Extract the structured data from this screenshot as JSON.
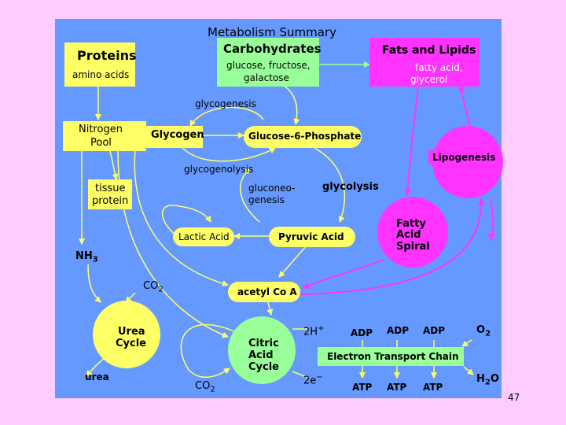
{
  "title": "Metabolism Summary",
  "page_number": "47",
  "boxes": {
    "proteins": {
      "title": "Proteins",
      "sub": "amino acids"
    },
    "carbs": {
      "title": "Carbohydrates",
      "sub1": "glucose, fructose,",
      "sub2": "galactose"
    },
    "fats": {
      "title": "Fats and Lipids",
      "sub1": "fatty acid,",
      "sub2": "glycerol"
    },
    "nitrogen": {
      "line1": "Nitrogen",
      "line2": "Pool"
    },
    "tissue": {
      "line1": "tissue",
      "line2": "protein"
    },
    "glycogen": "Glycogen",
    "g6p": "Glucose-6-Phosphate",
    "lipogenesis": "Lipogenesis",
    "lactic": "Lactic Acid",
    "pyruvic": "Pyruvic Acid",
    "fatty_spiral": {
      "line1": "Fatty",
      "line2": "Acid",
      "line3": "Spiral"
    },
    "acetyl": "acetyl Co A",
    "urea_cycle": {
      "line1": "Urea",
      "line2": "Cycle"
    },
    "citric": {
      "line1": "Citric",
      "line2": "Acid",
      "line3": "Cycle"
    },
    "etc": "Electron Transport Chain"
  },
  "labels": {
    "glycogenesis": "glycogenesis",
    "glycogenolysis": "glycogenolysis",
    "gluconeo1": "gluconeo-",
    "gluconeo2": "genesis",
    "glycolysis": "glycolysis",
    "nh3": "NH",
    "nh3_sub": "3",
    "co2_top": "CO",
    "co2_top_sub": "2",
    "co2_bottom": "CO",
    "co2_bottom_sub": "2",
    "urea": "urea",
    "h_plus": "2H",
    "h_plus_sup": "+",
    "e_minus": "2e",
    "e_minus_sup": "−",
    "adp1": "ADP",
    "adp2": "ADP",
    "adp3": "ADP",
    "atp1": "ATP",
    "atp2": "ATP",
    "atp3": "ATP",
    "o2": "O",
    "o2_sub": "2",
    "h2o_h": "H",
    "h2o_sub": "2",
    "h2o_o": "O"
  },
  "colors": {
    "panel": "#6699ff",
    "page": "#ffccff",
    "yellow": "#ffff66",
    "green": "#99ff99",
    "magenta": "#ff33ff"
  }
}
